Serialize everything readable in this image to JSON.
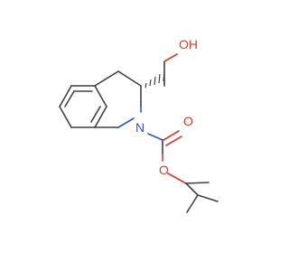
{
  "molecule": {
    "atoms": {
      "hydroxyl_label": "OH",
      "nitrogen_label": "N",
      "carbonyl_oxygen_label": "O",
      "ester_oxygen_label": "O"
    },
    "colors": {
      "bond": "#404040",
      "oxygen": "#e8342b",
      "nitrogen": "#3050d8",
      "background": "#ffffff"
    }
  }
}
